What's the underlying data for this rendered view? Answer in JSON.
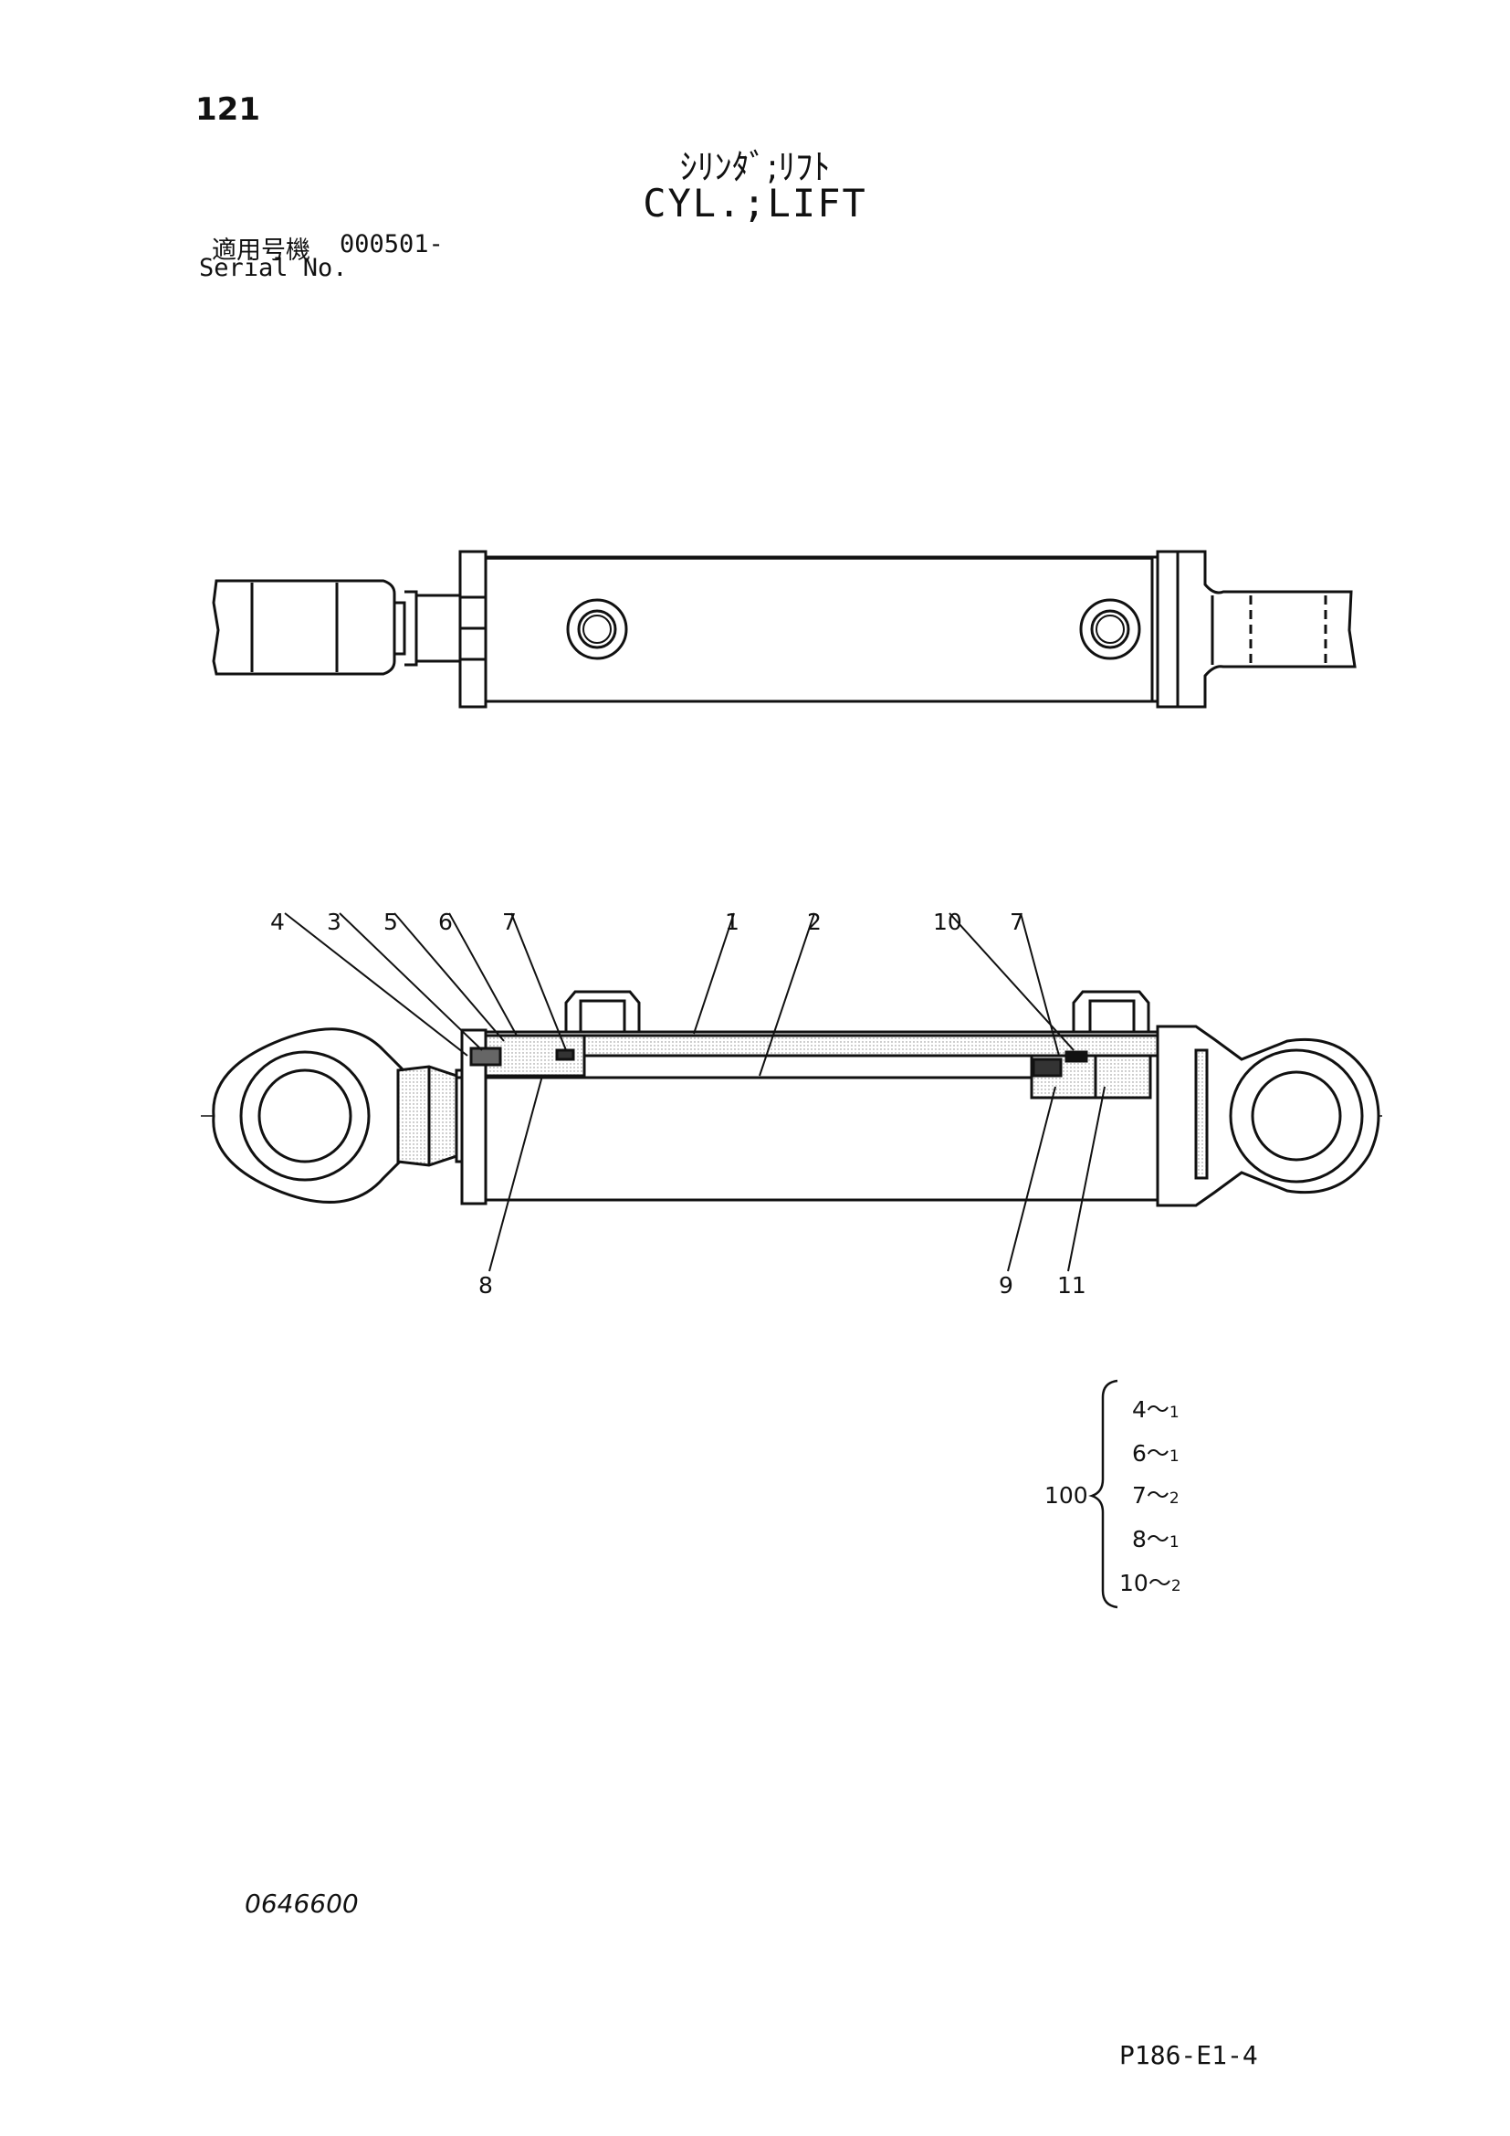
{
  "page_number": "121",
  "title_jp": "ｼﾘﾝﾀﾞ;ﾘﾌﾄ",
  "title_en": "CYL.;LIFT",
  "serial": {
    "label_jp": "適用号機",
    "range": "000501-",
    "label_en": "Serial No."
  },
  "callouts": [
    "4",
    "3",
    "5",
    "6",
    "7",
    "1",
    "2",
    "10",
    "7",
    "8",
    "9",
    "11"
  ],
  "kit": {
    "number": "100",
    "items": [
      {
        "part": "4",
        "sep": "〜",
        "qty": "1"
      },
      {
        "part": "6",
        "sep": "〜",
        "qty": "1"
      },
      {
        "part": "7",
        "sep": "〜",
        "qty": "2"
      },
      {
        "part": "8",
        "sep": "〜",
        "qty": "1"
      },
      {
        "part": "10",
        "sep": "〜",
        "qty": "2"
      }
    ]
  },
  "drawing_number": "0646600",
  "page_code": "P186-E1-4"
}
